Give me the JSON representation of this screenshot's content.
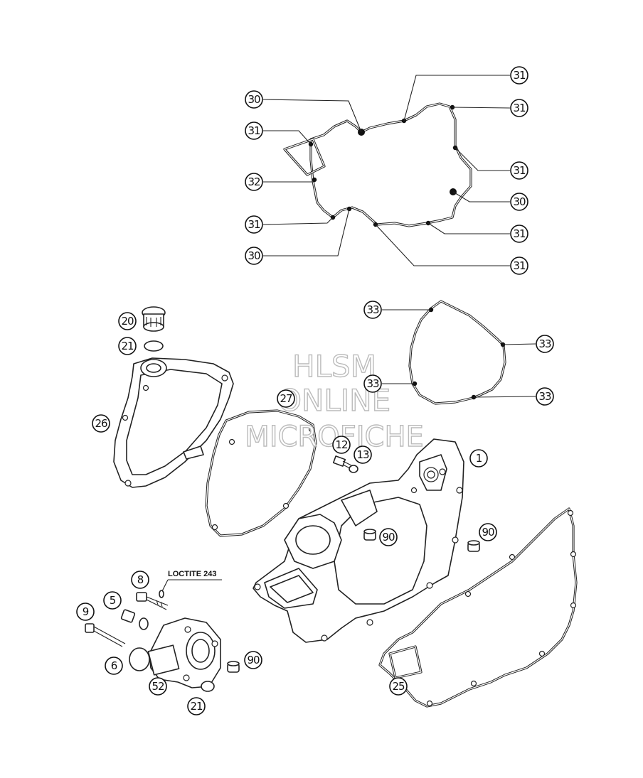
{
  "watermark": {
    "line1": "HLSM",
    "line2": "ONLINE",
    "line3": "MICROFICHE"
  },
  "note": "LOCTITE 243",
  "callouts": {
    "c30a": "30",
    "c31a": "31",
    "c31b": "31",
    "c31c": "31",
    "c32": "32",
    "c31d": "31",
    "c30b": "30",
    "c31e": "31",
    "c30c": "30",
    "c31f": "31",
    "c31g": "31",
    "c33a": "33",
    "c33b": "33",
    "c33c": "33",
    "c33d": "33",
    "c20": "20",
    "c21a": "21",
    "c26": "26",
    "c27": "27",
    "c12": "12",
    "c13": "13",
    "c1": "1",
    "c90a": "90",
    "c90b": "90",
    "c8": "8",
    "c5": "5",
    "c9": "9",
    "c6": "6",
    "c90c": "90",
    "c52": "52",
    "c21b": "21",
    "c25": "25"
  }
}
